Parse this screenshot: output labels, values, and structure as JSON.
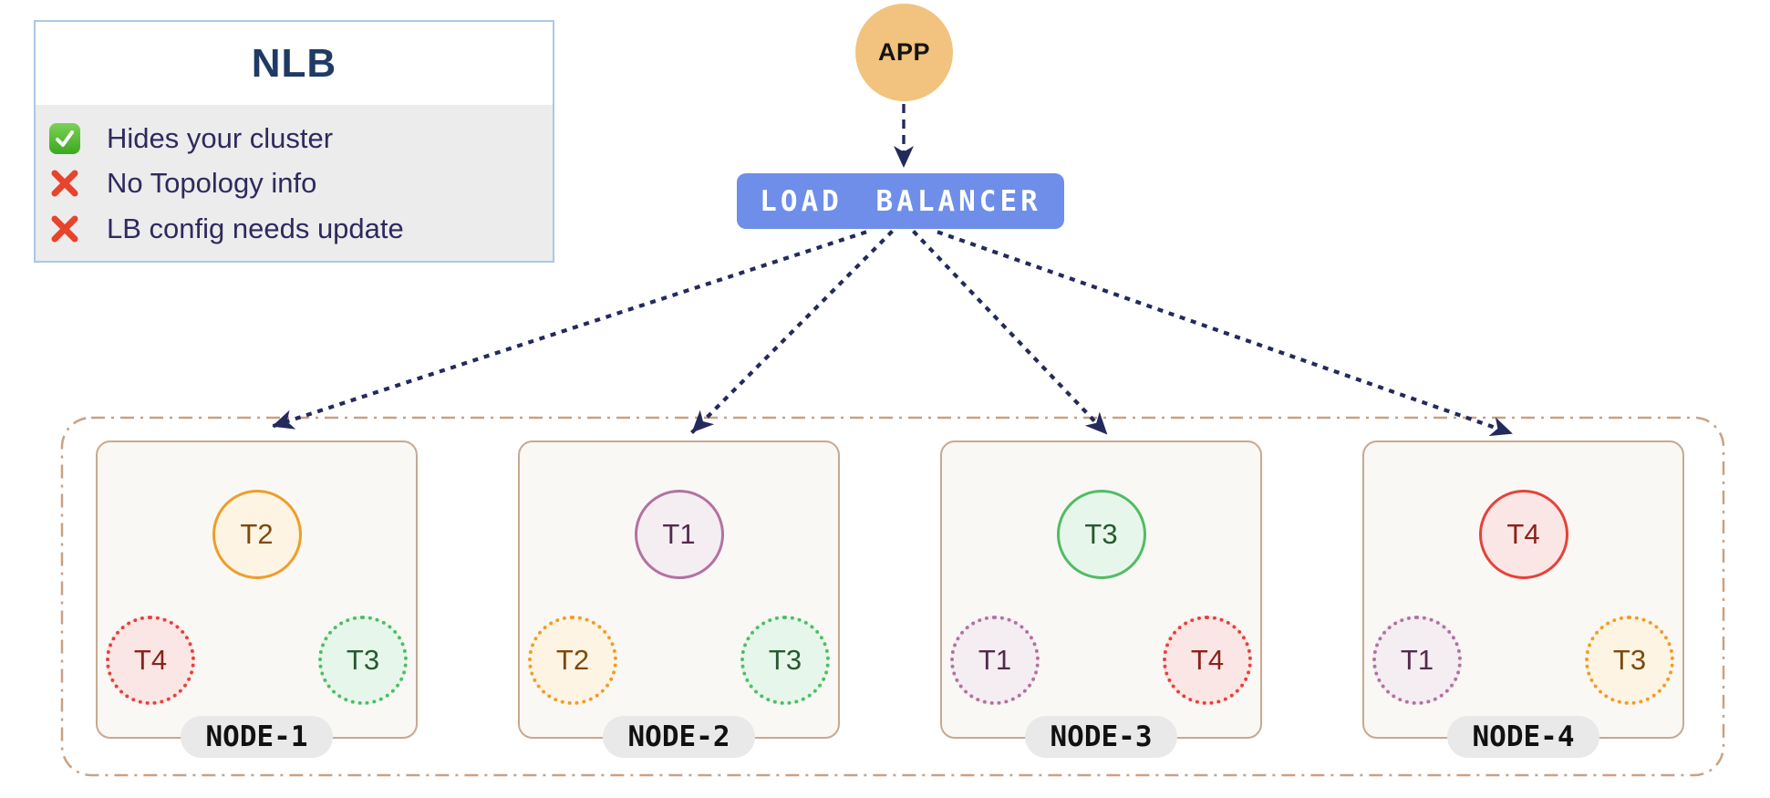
{
  "legend": {
    "title": "NLB",
    "items": [
      {
        "icon": "check",
        "text": "Hides your cluster"
      },
      {
        "icon": "cross",
        "text": "No Topology info"
      },
      {
        "icon": "cross",
        "text": "LB config needs update"
      }
    ]
  },
  "app": {
    "label": "APP"
  },
  "load_balancer": {
    "label": "LOAD BALANCER"
  },
  "cluster": {
    "nodes": [
      {
        "name": "NODE-1",
        "pods": [
          {
            "label": "T2",
            "color": "orange",
            "style": "solid",
            "pos": "top"
          },
          {
            "label": "T4",
            "color": "red",
            "style": "dotted",
            "pos": "bottom-left"
          },
          {
            "label": "T3",
            "color": "green",
            "style": "dotted",
            "pos": "bottom-right"
          }
        ]
      },
      {
        "name": "NODE-2",
        "pods": [
          {
            "label": "T1",
            "color": "purple",
            "style": "solid",
            "pos": "top"
          },
          {
            "label": "T2",
            "color": "orange",
            "style": "dotted",
            "pos": "bottom-left"
          },
          {
            "label": "T3",
            "color": "green",
            "style": "dotted",
            "pos": "bottom-right"
          }
        ]
      },
      {
        "name": "NODE-3",
        "pods": [
          {
            "label": "T3",
            "color": "green",
            "style": "solid",
            "pos": "top"
          },
          {
            "label": "T1",
            "color": "purple",
            "style": "dotted",
            "pos": "bottom-left"
          },
          {
            "label": "T4",
            "color": "red",
            "style": "dotted",
            "pos": "bottom-right"
          }
        ]
      },
      {
        "name": "NODE-4",
        "pods": [
          {
            "label": "T4",
            "color": "red",
            "style": "solid",
            "pos": "top"
          },
          {
            "label": "T1",
            "color": "purple",
            "style": "dotted",
            "pos": "bottom-left"
          },
          {
            "label": "T3",
            "color": "orange",
            "style": "dotted",
            "pos": "bottom-right"
          }
        ]
      }
    ]
  },
  "colors": {
    "arrow_navy": "#232a5c",
    "lb_blue": "#6e8ee9",
    "app_orange": "#f1c37e",
    "legend_border_blue": "#abc8e6",
    "legend_body_gray": "#ececec",
    "legend_title_navy": "#1f3a64",
    "legend_text_indigo": "#2e2a5e",
    "check_green": "#3aa81f",
    "cross_red": "#e8432b",
    "cluster_border_tan": "#c9a183",
    "node_border_tan": "#c7a98f",
    "node_bg": "#faf8f5",
    "node_pill_gray": "#e9e9e9",
    "pod_palette": {
      "orange": {
        "border": "#ee9d2b",
        "fill": "#fdf4e3",
        "text": "#7c4a0c"
      },
      "red": {
        "border": "#e5423a",
        "fill": "#fbe6e6",
        "text": "#8c211b"
      },
      "green": {
        "border": "#4fbd64",
        "fill": "#e7f6eb",
        "text": "#27592f"
      },
      "purple": {
        "border": "#b272a0",
        "fill": "#f4edf2",
        "text": "#542a4c"
      }
    }
  }
}
